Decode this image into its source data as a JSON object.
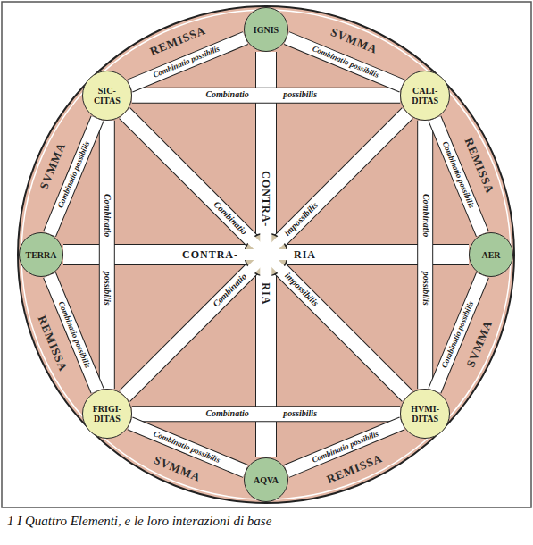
{
  "diagram": {
    "caption": "1 I Quattro Elementi, e le loro interazioni di base",
    "nodes": [
      {
        "text": [
          "IGNIS"
        ]
      },
      {
        "text": [
          "CALI- DITAS"
        ]
      },
      {
        "text": [
          "AER"
        ]
      },
      {
        "text": [
          "HVMI- DITAS"
        ]
      },
      {
        "text": [
          "AQVA"
        ]
      },
      {
        "text": [
          "FRIGI- DITAS"
        ]
      },
      {
        "text": [
          "TERRA"
        ]
      },
      {
        "text": [
          "SIC- CITAS"
        ]
      }
    ],
    "edges": [
      {
        "from": 0,
        "to": 4,
        "label": "CONTRA- RIA",
        "arrow": "none"
      },
      {
        "from": 6,
        "to": 2,
        "label": "CONTRA- RIA",
        "arrow": "none"
      },
      {
        "from": 7,
        "to": 3,
        "label": "Combinatio impossibilis",
        "arrow": "none"
      },
      {
        "from": 1,
        "to": 5,
        "label": "Combinatio impossibilis",
        "arrow": "none"
      },
      {
        "from": 7,
        "to": 1,
        "label": "Combinatio possibilis",
        "arrow": "none"
      },
      {
        "from": 1,
        "to": 3,
        "label": "Combinatio possibilis",
        "arrow": "none"
      },
      {
        "from": 5,
        "to": 3,
        "label": "Combinatio possibilis",
        "arrow": "none"
      },
      {
        "from": 7,
        "to": 5,
        "label": "Combinatio possibilis",
        "arrow": "none"
      },
      {
        "from": 0,
        "to": 1,
        "label": "Combinatio possibilis",
        "arrow": "none"
      },
      {
        "from": 1,
        "to": 2,
        "label": "Combinatio possibilis",
        "arrow": "none"
      },
      {
        "from": 2,
        "to": 3,
        "label": "Combinatio possibilis",
        "arrow": "none"
      },
      {
        "from": 3,
        "to": 4,
        "label": "Combinatio possibilis",
        "arrow": "none"
      },
      {
        "from": 4,
        "to": 5,
        "label": "Combinatio possibilis",
        "arrow": "none"
      },
      {
        "from": 5,
        "to": 6,
        "label": "Combinatio possibilis",
        "arrow": "none"
      },
      {
        "from": 6,
        "to": 7,
        "label": "Combinatio possibilis",
        "arrow": "none"
      },
      {
        "from": 7,
        "to": 0,
        "label": "Combinatio possibilis",
        "arrow": "none"
      }
    ],
    "labels": [
      "SVMMA",
      "REMISSA",
      "SVMMA",
      "REMISSA",
      "SVMMA",
      "REMISSA",
      "SVMMA",
      "REMISSA"
    ]
  }
}
